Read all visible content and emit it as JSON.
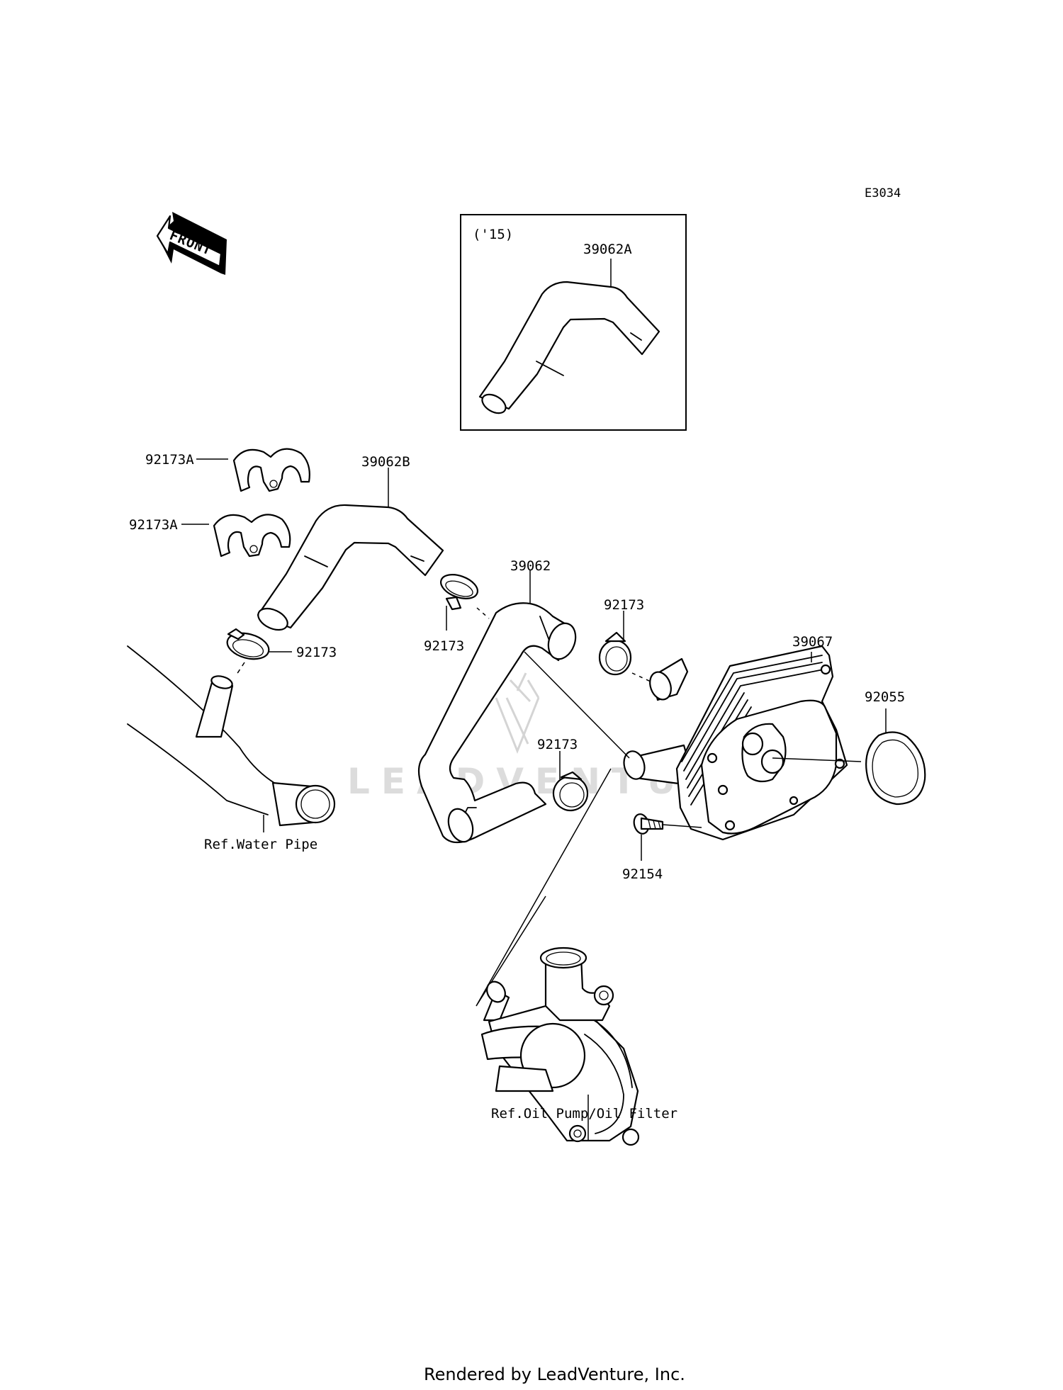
{
  "diagram_code": "E3034",
  "front_arrow_label": "FRONT",
  "inset": {
    "year_label": "('15)",
    "part": "39062A"
  },
  "labels": {
    "clamp_a_top": "92173A",
    "clamp_a_bottom": "92173A",
    "hose_b": "39062B",
    "hose_main": "39062",
    "clamp_left": "92173",
    "clamp_mid": "92173",
    "clamp_right": "92173",
    "clamp_lower": "92173",
    "oil_cooler": "39067",
    "o_ring": "92055",
    "bolt": "92154",
    "ref_water_pipe": "Ref.Water Pipe",
    "ref_oil_pump": "Ref.Oil Pump/Oil Filter"
  },
  "watermark": "LEADVENTURE",
  "footer": "Rendered by LeadVenture, Inc."
}
